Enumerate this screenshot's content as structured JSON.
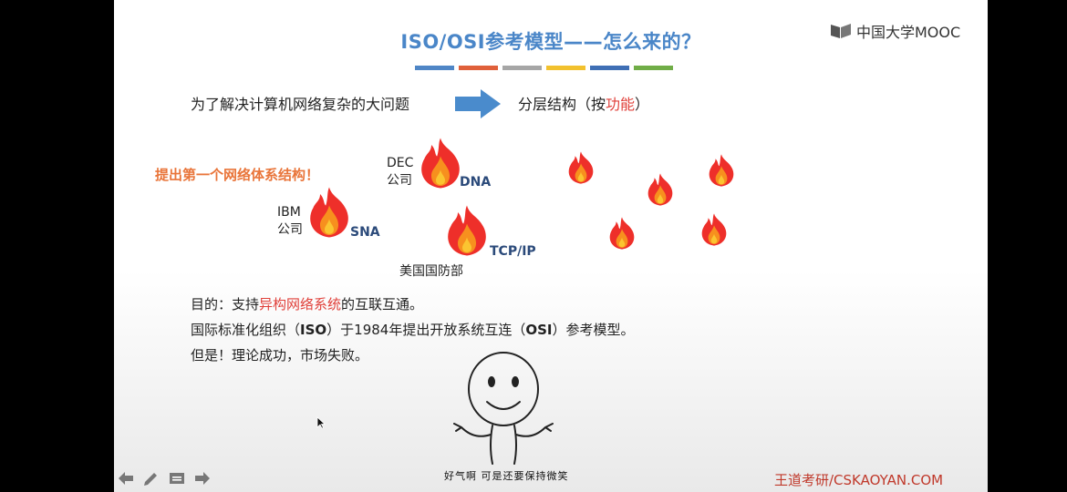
{
  "slide": {
    "title": "ISO/OSI参考模型——怎么来的？",
    "brand_logo_text": "中国大学MOOC",
    "color_bars": [
      "#4f86c6",
      "#e0603a",
      "#a6a6a6",
      "#f2c12e",
      "#3f6fb5",
      "#70ad47"
    ],
    "problem_text": "为了解决计算机网络复杂的大问题",
    "solution_text_prefix": "分层结构（按",
    "solution_text_highlight": "功能",
    "solution_text_suffix": "）",
    "first_network_text": "提出第一个网络体系结构！",
    "networks": [
      {
        "company": "DEC",
        "company_suffix": "公司",
        "protocol": "DNA"
      },
      {
        "company": "IBM",
        "company_suffix": "公司",
        "protocol": "SNA"
      },
      {
        "company": "美国国防部",
        "protocol": "TCP/IP"
      }
    ],
    "purpose_prefix": "目的：支持",
    "purpose_highlight": "异构网络系统",
    "purpose_suffix": "的互联互通。",
    "iso_text_1": "国际标准化组织（",
    "iso_text_bold_1": "ISO",
    "iso_text_2": "）于1984年提出开放系统互连（",
    "iso_text_bold_2": "OSI",
    "iso_text_3": "）参考模型。",
    "conclusion_text": "但是！理论成功，市场失败。",
    "meme_caption": "好气啊  可是还要保持微笑",
    "footer_brand": "王道考研/CSKAOYAN.COM"
  },
  "icons": [
    "fire-icon",
    "arrow-right-icon",
    "mooc-logo-icon",
    "back-icon",
    "pen-icon",
    "menu-icon",
    "forward-icon",
    "cursor-icon"
  ]
}
